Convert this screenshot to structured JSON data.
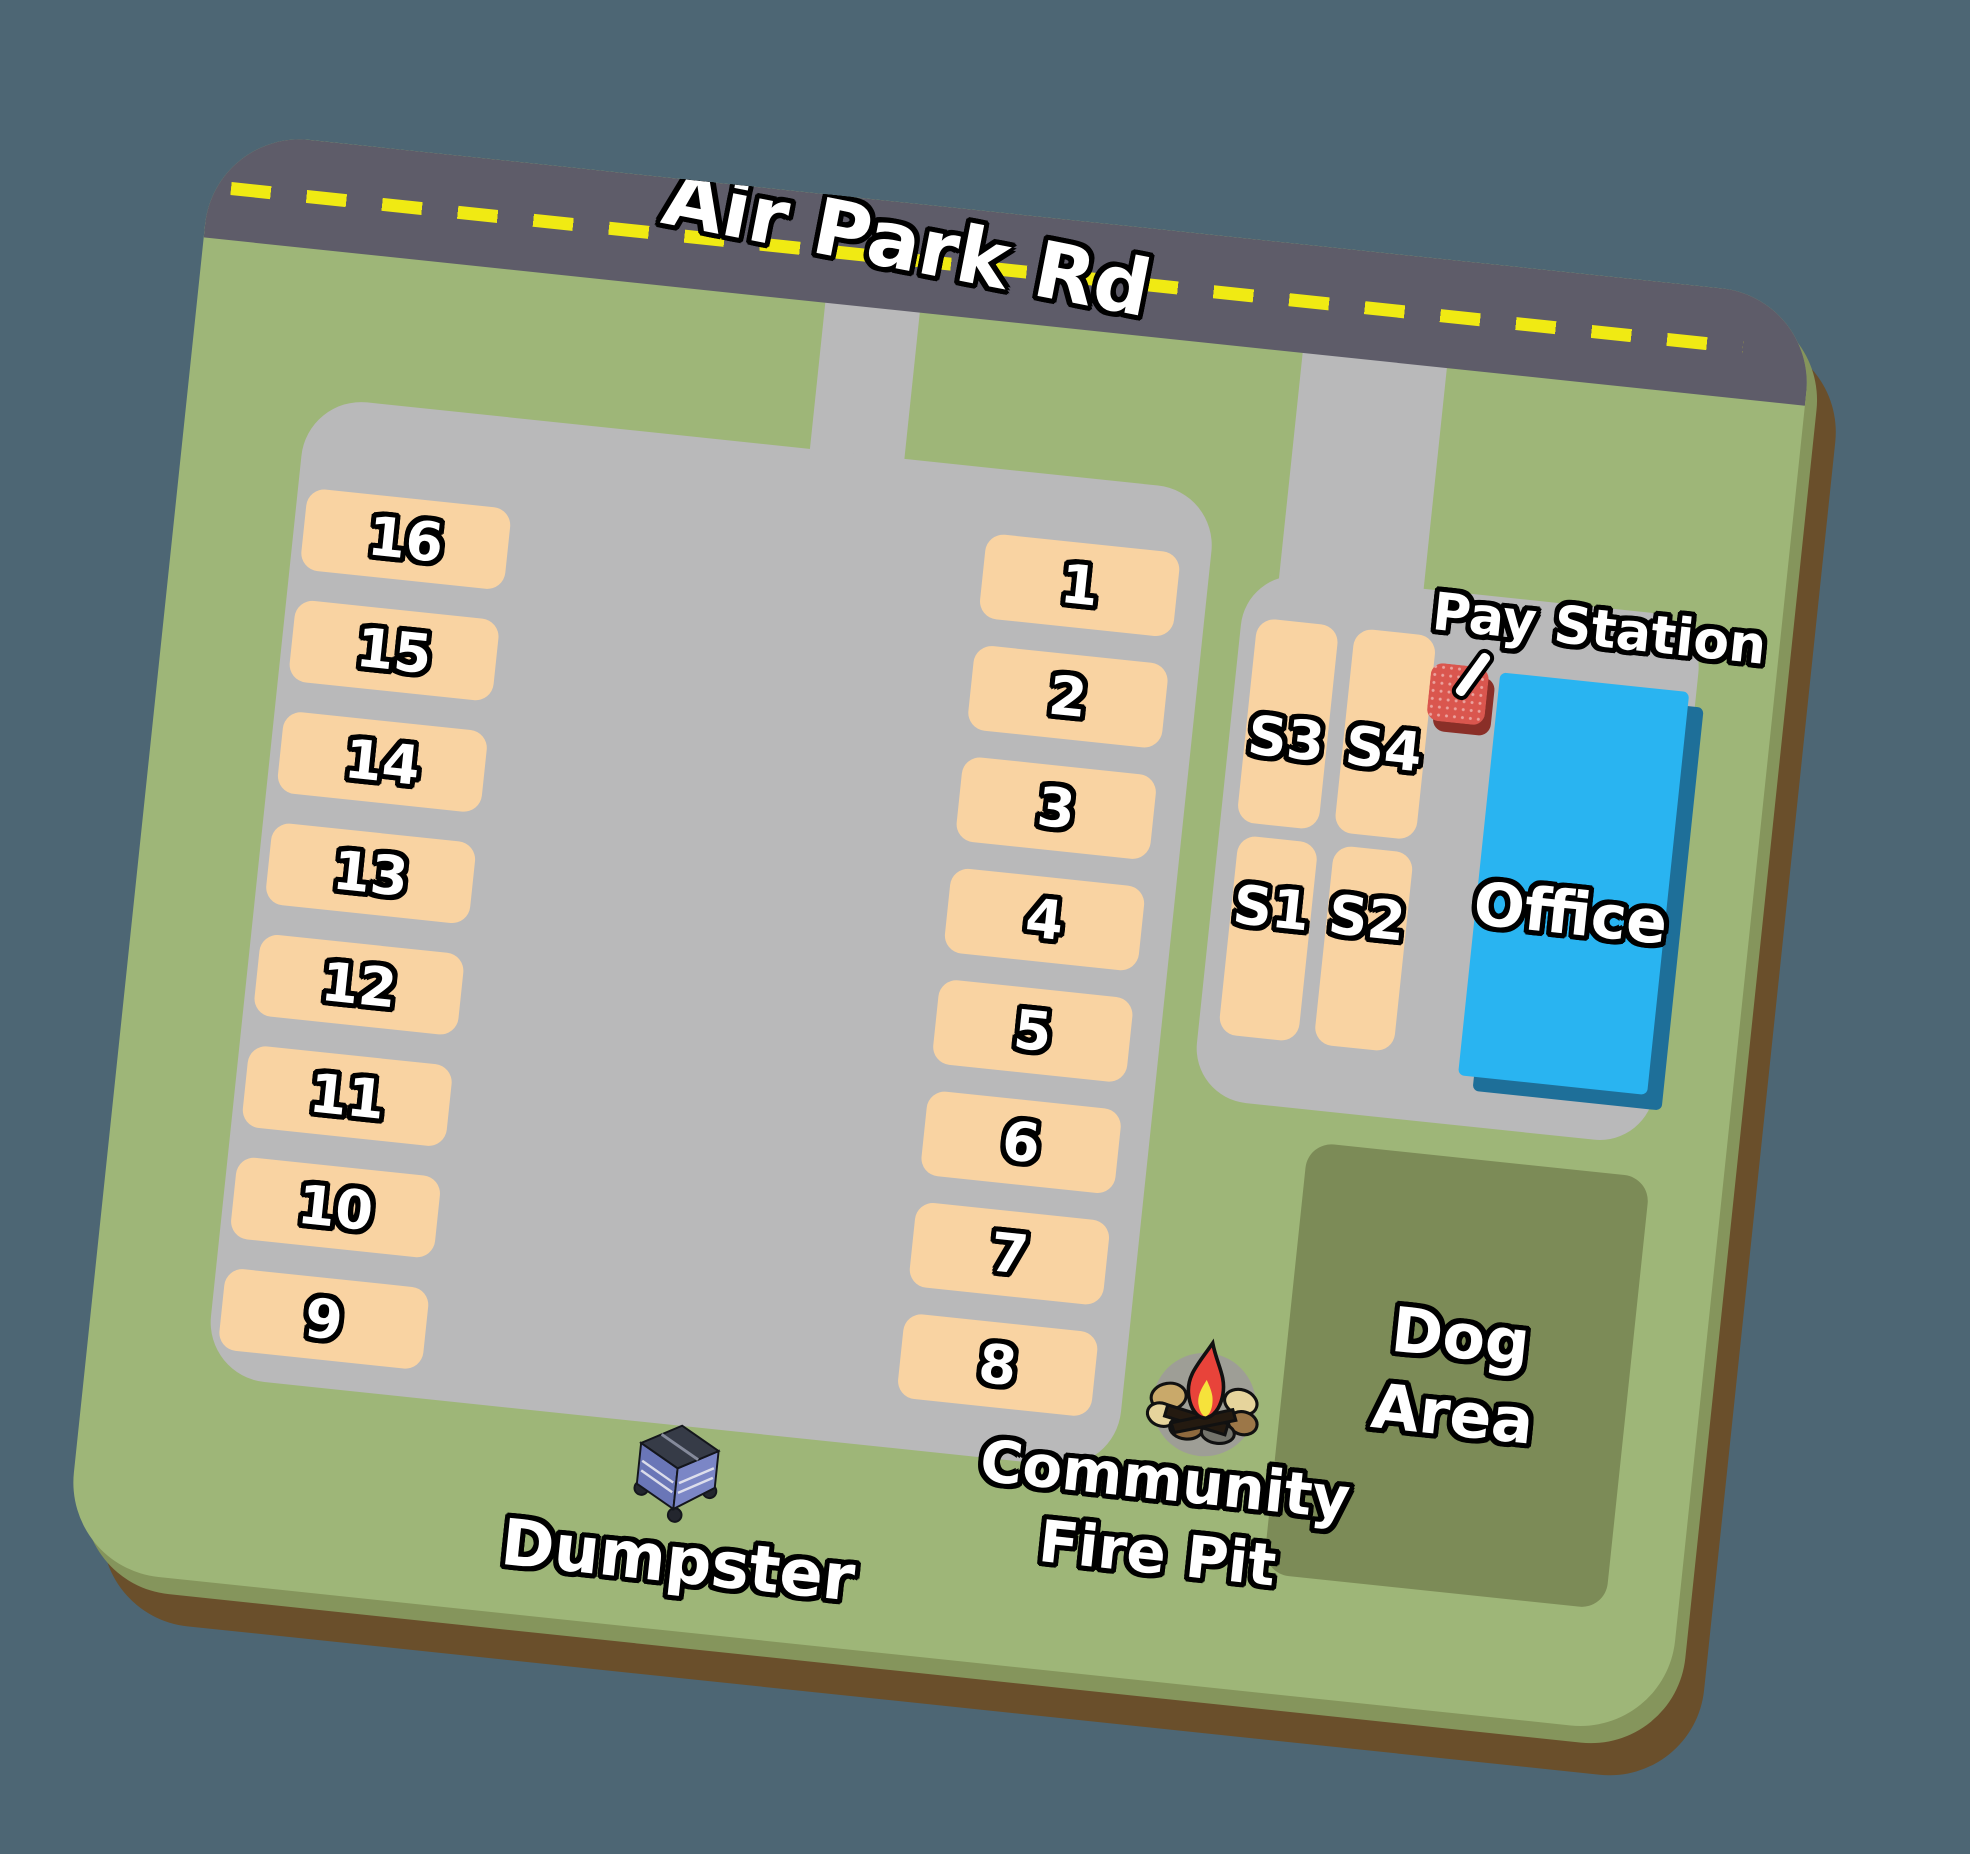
{
  "road": {
    "name": "Air Park Rd"
  },
  "sites": {
    "left_column": [
      "16",
      "15",
      "14",
      "13",
      "12",
      "11",
      "10",
      "9"
    ],
    "middle_column": [
      "1",
      "2",
      "3",
      "4",
      "5",
      "6",
      "7",
      "8"
    ],
    "special_top": [
      "S3",
      "S4"
    ],
    "special_bottom": [
      "S1",
      "S2"
    ]
  },
  "buildings": {
    "office": "Office"
  },
  "labels": {
    "pay_station": "Pay Station",
    "dog_area": [
      "Dog",
      "Area"
    ],
    "community_fire_pit": [
      "Community",
      "Fire Pit"
    ],
    "dumpster": "Dumpster"
  },
  "colors": {
    "background": "#4d6674",
    "grass": "#9eb678",
    "pavement": "#b9b9ba",
    "road": "#5e5c69",
    "lane_marking": "#f0ea13",
    "site_fill": "#f9d3a2",
    "office_fill": "#29b4f1",
    "office_shadow": "#1e6f99",
    "pay_station_fill": "#da564e",
    "dog_area_fill": "#7c8b57",
    "map_shadow": "#6a4f2b"
  }
}
